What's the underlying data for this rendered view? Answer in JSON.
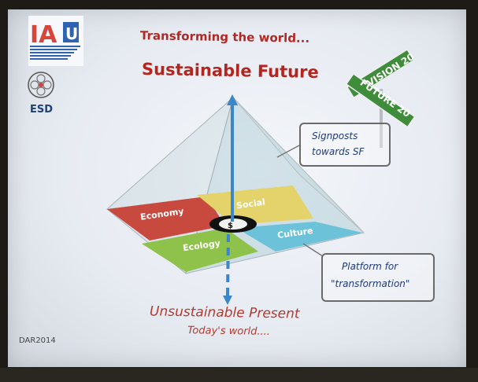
{
  "slide": {
    "title_line1": "Transforming the world...",
    "title_line2": "Sustainable Future",
    "bottom_line1": "Unsustainable Present",
    "bottom_line2": "Today's world....",
    "footer": "DAR2014"
  },
  "logos": {
    "iau_letters": "IAU",
    "iau_subtext": "INTERNATIONAL ASSOCIATION OF UNIVERSITIES",
    "esd_label": "ESD"
  },
  "signpost": {
    "sign1": "VISION 20",
    "sign2": "FUTURE 20"
  },
  "callouts": {
    "signposts": [
      "Signposts",
      "towards SF"
    ],
    "platform": [
      "Platform for",
      "\"transformation\""
    ]
  },
  "platform": {
    "quadrants": [
      {
        "label": "Economy",
        "color": "#c84a3e"
      },
      {
        "label": "Social",
        "color": "#e3d36a"
      },
      {
        "label": "Ecology",
        "color": "#8fc24a"
      },
      {
        "label": "Culture",
        "color": "#6cc2d8"
      }
    ]
  },
  "colors": {
    "title_red": "#b3261f",
    "arrow_blue": "#3a86c8",
    "sign_green": "#3f8d3a"
  }
}
